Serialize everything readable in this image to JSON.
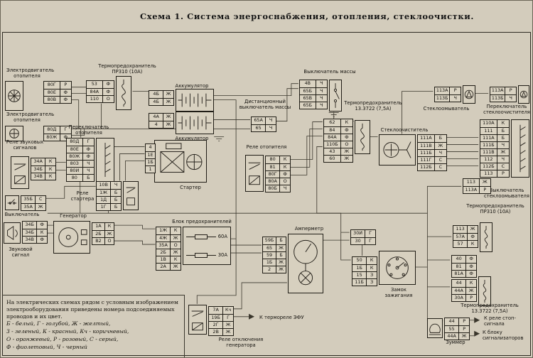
{
  "title": "Схема 1. Система энергоснабжения, отопления, стеклоочистки.",
  "legend": {
    "note": "На электрических схемах рядом с условным изображением электрооборудования приведены номера подсоединяемых проводов и их цвет.",
    "line1": "Б - белый, Г - голубой, Ж - желтый,",
    "line2": "З - зеленый, К - красный, Кч - коричневый,",
    "line3": "О - оранжевый, Р - розовый, С - серый,",
    "line4": "Ф - фиолетовый, Ч - черный"
  },
  "arrows": {
    "efu": "К термореле ЭФУ",
    "stop": "К реле стоп-сигнала",
    "signal": "К блоку сигнализаторов"
  },
  "components": {
    "heaterMotor1": {
      "label": "Электродвигатель отопителя",
      "rows": [
        [
          "80Г",
          "Р"
        ],
        [
          "80Е",
          "Ф"
        ],
        [
          "80В",
          "Ф"
        ]
      ]
    },
    "heaterMotor2": {
      "label": "Электродвигатель отопителя",
      "rows": [
        [
          "80Д",
          "Г"
        ],
        [
          "80Ж",
          "Ф"
        ]
      ]
    },
    "thermalFuse1": {
      "label": "Термопредохранитель ПР310 (10А)",
      "rows": [
        [
          "53",
          "Ф"
        ],
        [
          "84А",
          "Ф"
        ],
        [
          "110",
          "О"
        ]
      ]
    },
    "battery1": {
      "label": "Аккумулятор",
      "rows": [
        [
          "4Б",
          "Ж"
        ],
        [
          "4Б",
          "Ж"
        ]
      ]
    },
    "battery2": {
      "label": "Аккумулятор",
      "rows": [
        [
          "4А",
          "Ж"
        ],
        [
          "4",
          "Ж"
        ]
      ]
    },
    "massSwitch": {
      "label": "Выключатель массы",
      "rows": [
        [
          "4В",
          "Ч"
        ],
        [
          "65Б",
          "Ч"
        ],
        [
          "65В",
          "Ч"
        ],
        [
          "65Б",
          "Ч"
        ]
      ]
    },
    "remoteMassSwitch": {
      "label": "Дистанционный выключатель массы",
      "rows": [
        [
          "65А",
          "Ч"
        ],
        [
          "65",
          "Ч"
        ]
      ]
    },
    "thermalFuse2": {
      "label": "Термопредохранитель 13.3722 (7,5А)",
      "rows": [
        [
          "62",
          "К"
        ],
        [
          "84",
          "Ф"
        ],
        [
          "84А",
          "Ф"
        ],
        [
          "110Б",
          "О"
        ],
        [
          "43",
          "Ж"
        ],
        [
          "60",
          "Ж"
        ]
      ]
    },
    "heaterRelay": {
      "label": "Реле отопителя",
      "rows": [
        [
          "80",
          "К"
        ],
        [
          "81",
          "К"
        ],
        [
          "80Г",
          "Ф"
        ],
        [
          "80А",
          "О"
        ],
        [
          "80Б",
          "Ч"
        ]
      ]
    },
    "heaterSwitch": {
      "label": "Переключатель отопителя",
      "rows": [
        [
          "80Д",
          "Г"
        ],
        [
          "80Е",
          "Ф"
        ],
        [
          "80Ж",
          "Ф"
        ],
        [
          "80З",
          "Ч"
        ],
        [
          "80И",
          "Ч"
        ],
        [
          "80",
          "Б"
        ]
      ]
    },
    "hornRelay": {
      "label": "Реле звуковых сигналов",
      "rows": [
        [
          "34А",
          "К"
        ],
        [
          "34Б",
          "К"
        ],
        [
          "34В",
          "К"
        ]
      ]
    },
    "switch35": {
      "label": "Выключатель",
      "rows": [
        [
          "35Б",
          "С"
        ],
        [
          "35А",
          "Ж"
        ]
      ]
    },
    "horn": {
      "label": "Звуковой сигнал",
      "rows": [
        [
          "34Б",
          "Ф"
        ],
        [
          "34Б",
          "К"
        ],
        [
          "34В",
          "Ф"
        ]
      ]
    },
    "generator": {
      "label": "Генератор",
      "rows": [
        [
          "1А",
          "К"
        ],
        [
          "2Б",
          "Ж"
        ],
        [
          "В2",
          "О"
        ]
      ]
    },
    "starter": {
      "label": "Стартер",
      "pins": [
        "4",
        "1Е",
        "1Б",
        "1"
      ]
    },
    "starterRelay": {
      "label": "Реле стартера",
      "rows": [
        [
          "10В",
          "Ч"
        ],
        [
          "1Ж",
          "Б"
        ],
        [
          "1Д",
          "Б"
        ],
        [
          "1Г",
          "Б"
        ]
      ]
    },
    "fuseBlock": {
      "label": "Блок предохранителей",
      "fuses": [
        "60А",
        "30А"
      ],
      "rows": [
        [
          "1Ж",
          "К"
        ],
        [
          "4Ж",
          "Ж"
        ],
        [
          "35А",
          "О"
        ],
        [
          "2Б",
          "Ж"
        ],
        [
          "1В",
          "К"
        ],
        [
          "2А",
          "Ж"
        ]
      ]
    },
    "ammeter": {
      "label": "Амперметр",
      "rows": [
        [
          "59Б",
          "Б"
        ],
        [
          "65",
          "Ж"
        ],
        [
          "59",
          "Б"
        ],
        [
          "1Б",
          "Ж"
        ],
        [
          "2",
          "Ж"
        ]
      ]
    },
    "ignitionFeed": {
      "rows": [
        [
          "30И",
          "Г"
        ],
        [
          "30",
          "Г"
        ]
      ]
    },
    "ignitionLock": {
      "label": "Замок зажигания",
      "rows": [
        [
          "50",
          "К"
        ],
        [
          "1Б",
          "К"
        ],
        [
          "15",
          "З"
        ],
        [
          "11Б",
          "З"
        ]
      ]
    },
    "wiper": {
      "label": "Стеклоочиститель",
      "rows": [
        [
          "111А",
          "Б"
        ],
        [
          "111В",
          "Ж"
        ],
        [
          "111Б",
          "Ч"
        ],
        [
          "111Г",
          "С"
        ],
        [
          "112Б",
          "С"
        ]
      ]
    },
    "washer": {
      "label": "Стеклоомыватель",
      "rows": [
        [
          "113А",
          "Р"
        ],
        [
          "113Б",
          "Ч"
        ]
      ]
    },
    "washerConnector": {
      "rows": [
        [
          "113А",
          "Р"
        ],
        [
          "113Б",
          "Ч"
        ]
      ]
    },
    "wiperSwitch": {
      "label": "Переключатель стеклоочистителя",
      "rows": [
        [
          "110А",
          "К"
        ],
        [
          "111",
          "Б"
        ],
        [
          "111А",
          "Б"
        ],
        [
          "111Б",
          "Ч"
        ],
        [
          "111В",
          "Ж"
        ],
        [
          "112",
          "Ч"
        ],
        [
          "112Б",
          "С"
        ],
        [
          "113",
          "Р"
        ]
      ]
    },
    "washerSwitch": {
      "label": "Выключатель стеклоомывателя",
      "rows": [
        [
          "113",
          "Ж"
        ],
        [
          "113А",
          "Р"
        ]
      ]
    },
    "thermalFuse3": {
      "label": "Термопредохранитель ПР310 (10А)",
      "rows": [
        [
          "113",
          "Ж"
        ],
        [
          "57А",
          "Ф"
        ],
        [
          "57",
          "К"
        ]
      ]
    },
    "junction4081": {
      "rows": [
        [
          "40",
          "Ф"
        ],
        [
          "81",
          "Ф"
        ],
        [
          "81А",
          "Ф"
        ]
      ]
    },
    "thermalFuse4": {
      "label": "Термопредохранитель 13.3722 (7,5А)",
      "rows": [
        [
          "44",
          "К"
        ],
        [
          "44А",
          "Ж"
        ],
        [
          "30А",
          "Р"
        ]
      ]
    },
    "genCutoffRelay": {
      "label": "Реле отключения генератора",
      "rows": [
        [
          "7А",
          "Кч"
        ],
        [
          "19Б",
          "Г"
        ],
        [
          "2Г",
          "Ж"
        ],
        [
          "2В",
          "Ж"
        ]
      ]
    },
    "buzzer": {
      "label": "Зуммер",
      "rows": [
        [
          "44",
          "Р"
        ],
        [
          "55",
          "Р"
        ],
        [
          "44А",
          "Ж"
        ]
      ]
    }
  }
}
